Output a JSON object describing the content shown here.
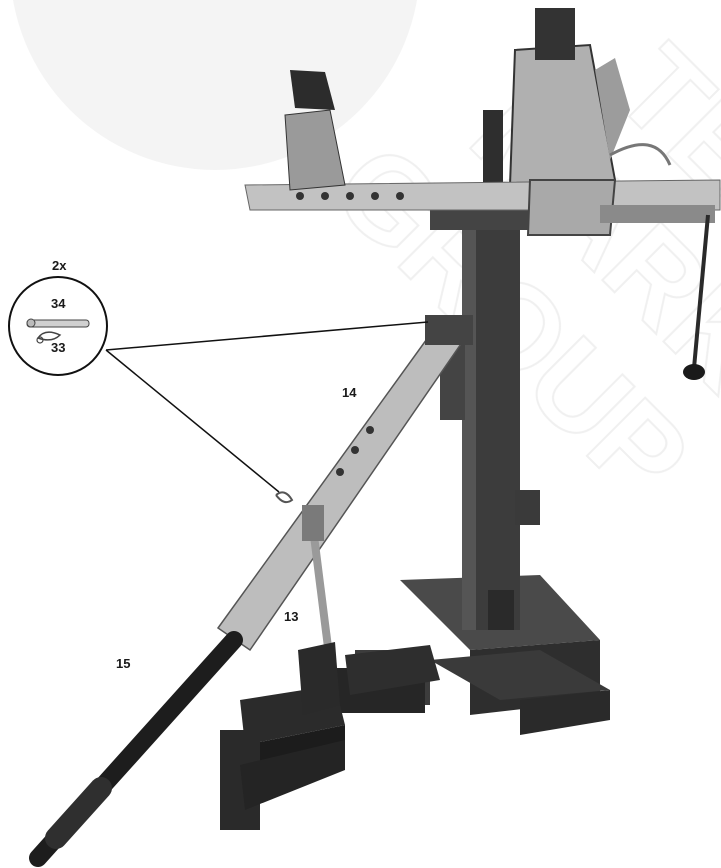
{
  "callouts": {
    "quantity": "2x",
    "pin_part": "34",
    "clip_part": "33",
    "bar_part": "14",
    "pedal_part": "13",
    "handle_part": "15"
  },
  "watermark": {
    "text_lines": [
      "TECH",
      "MARKET",
      "GROUP"
    ],
    "color": "#e6e6e6"
  },
  "colors": {
    "frame_dark": "#3c3c3c",
    "steel_light": "#b8b8b8",
    "steel_mid": "#8e8e8e",
    "rubber": "#1e1e1e",
    "line": "#111111"
  }
}
